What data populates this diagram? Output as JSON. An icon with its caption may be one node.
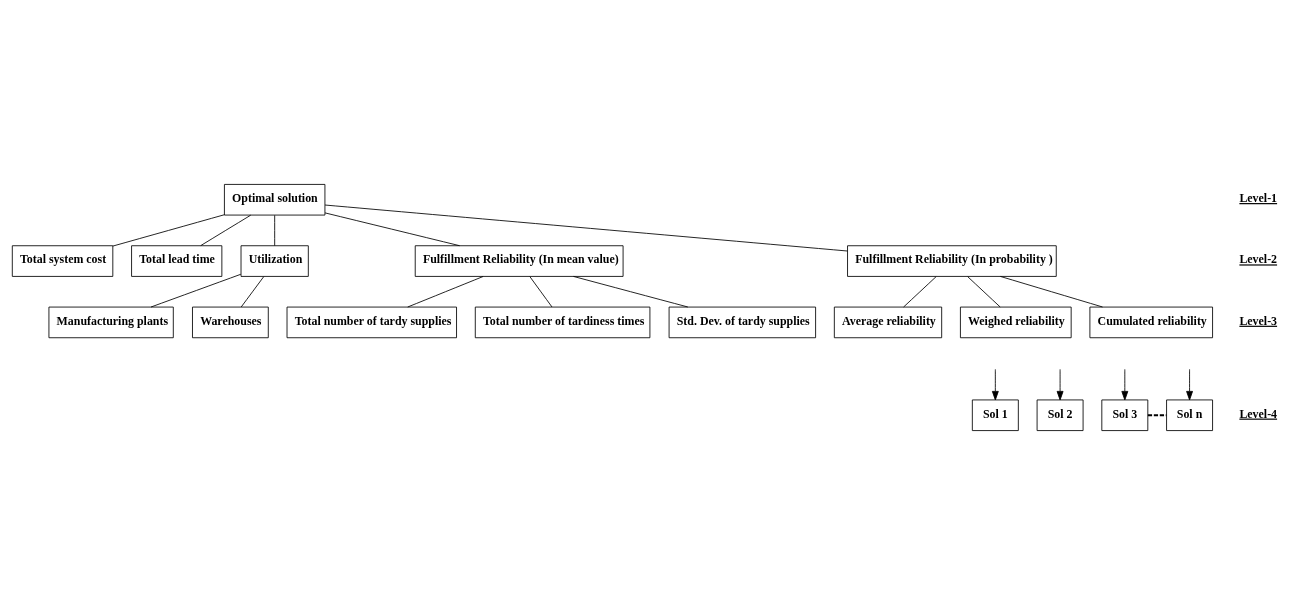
{
  "diagram": {
    "nodes": [
      {
        "text": [
          "Optimal solution"
        ]
      },
      {
        "text": [
          "Total system cost"
        ]
      },
      {
        "text": [
          "Total lead time"
        ]
      },
      {
        "text": [
          "Utilization"
        ]
      },
      {
        "text": [
          "Fulfillment Reliability (In mean value)"
        ]
      },
      {
        "text": [
          "Fulfillment Reliability (In probability )"
        ]
      },
      {
        "text": [
          "Manufacturing plants"
        ]
      },
      {
        "text": [
          "Warehouses"
        ]
      },
      {
        "text": [
          "Total number of tardy supplies"
        ]
      },
      {
        "text": [
          "Total number of tardiness times"
        ]
      },
      {
        "text": [
          "Std. Dev. of tardy supplies"
        ]
      },
      {
        "text": [
          "Average reliability"
        ]
      },
      {
        "text": [
          "Weighed reliability"
        ]
      },
      {
        "text": [
          "Cumulated reliability"
        ]
      },
      {
        "text": [
          "Sol 1"
        ]
      },
      {
        "text": [
          "Sol 2"
        ]
      },
      {
        "text": [
          "Sol 3"
        ]
      },
      {
        "text": [
          "Sol n"
        ]
      }
    ],
    "edges": [
      {
        "from": 0,
        "to": 1,
        "arrow": "none"
      },
      {
        "from": 0,
        "to": 2,
        "arrow": "none"
      },
      {
        "from": 0,
        "to": 3,
        "arrow": "none"
      },
      {
        "from": 0,
        "to": 4,
        "arrow": "none"
      },
      {
        "from": 0,
        "to": 5,
        "arrow": "none"
      },
      {
        "from": 3,
        "to": 6,
        "arrow": "none"
      },
      {
        "from": 3,
        "to": 7,
        "arrow": "none"
      },
      {
        "from": 4,
        "to": 8,
        "arrow": "none"
      },
      {
        "from": 4,
        "to": 9,
        "arrow": "none"
      },
      {
        "from": 4,
        "to": 10,
        "arrow": "none"
      },
      {
        "from": 5,
        "to": 11,
        "arrow": "none"
      },
      {
        "from": 5,
        "to": 12,
        "arrow": "none"
      },
      {
        "from": 5,
        "to": 13,
        "arrow": "none"
      },
      {
        "from": null,
        "to": 14,
        "arrow": "to"
      },
      {
        "from": null,
        "to": 15,
        "arrow": "to"
      },
      {
        "from": null,
        "to": 16,
        "arrow": "to"
      },
      {
        "from": null,
        "to": 17,
        "arrow": "to"
      },
      {
        "from": 16,
        "to": 17,
        "arrow": "none",
        "style": "dashed"
      }
    ],
    "labels": [
      "Level-1",
      "Level-2",
      "Level-3",
      "Level-4"
    ]
  }
}
